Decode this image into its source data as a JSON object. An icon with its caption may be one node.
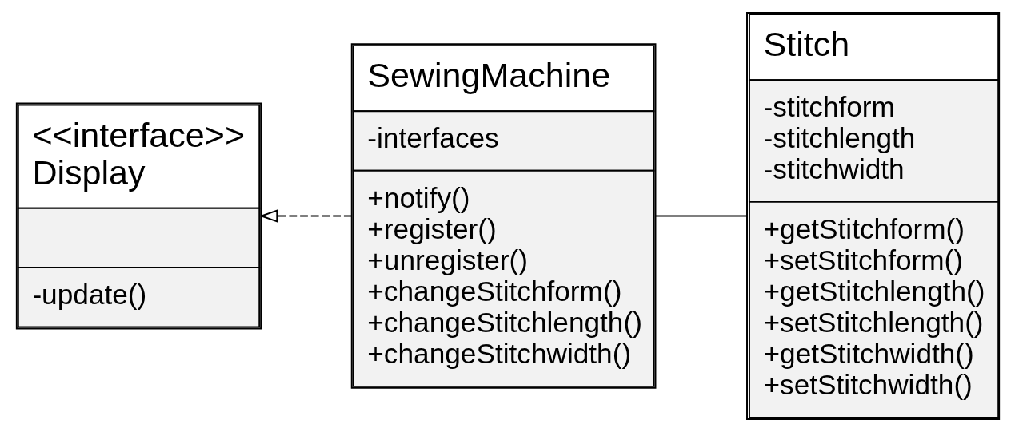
{
  "diagram": {
    "nodes": [
      {
        "text": [
          "<<interface>>",
          "Display",
          "-update()"
        ]
      },
      {
        "text": [
          "SewingMachine",
          "-interfaces",
          "+notify()",
          "+register()",
          "+unregister()",
          "+changeStitchform()",
          "+changeStitchlength()",
          "+changeStitchwidth()"
        ]
      },
      {
        "text": [
          "Stitch",
          "-stitchform",
          "-stitchlength",
          "-stitchwidth",
          "+getStitchform()",
          "+setStitchform()",
          "+getStitchlength()",
          "+setStitchlength()",
          "+getStitchwidth()",
          "+setStitchwidth()"
        ]
      }
    ],
    "edges": [
      {
        "from": 1,
        "to": 0,
        "arrow": "to",
        "style": "dashed"
      },
      {
        "from": 1,
        "to": 2,
        "arrow": "none"
      }
    ]
  }
}
